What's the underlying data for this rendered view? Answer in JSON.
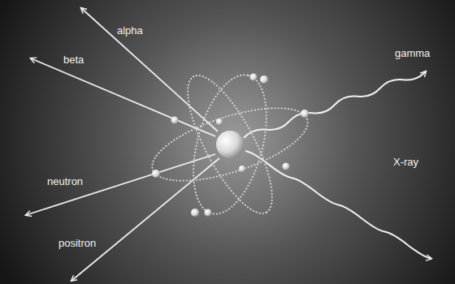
{
  "diagram": {
    "labels": [
      "alpha",
      "beta",
      "neutron",
      "positron",
      "gamma",
      "X-ray"
    ]
  }
}
